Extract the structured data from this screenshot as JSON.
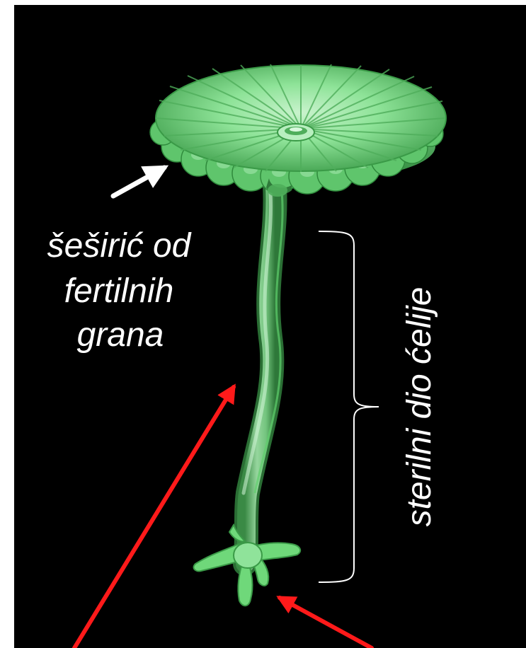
{
  "labels": {
    "cap_line1": "šeširić od",
    "cap_line2": "fertilnih",
    "cap_line3": "grana",
    "sterile_part": "sterilni dio ćelije"
  },
  "colors": {
    "background": "#000000",
    "algae_green": "#6fd87a",
    "white_arrow": "#ffffff",
    "red_arrow": "#ff1a1a",
    "bracket": "#ffffff"
  }
}
